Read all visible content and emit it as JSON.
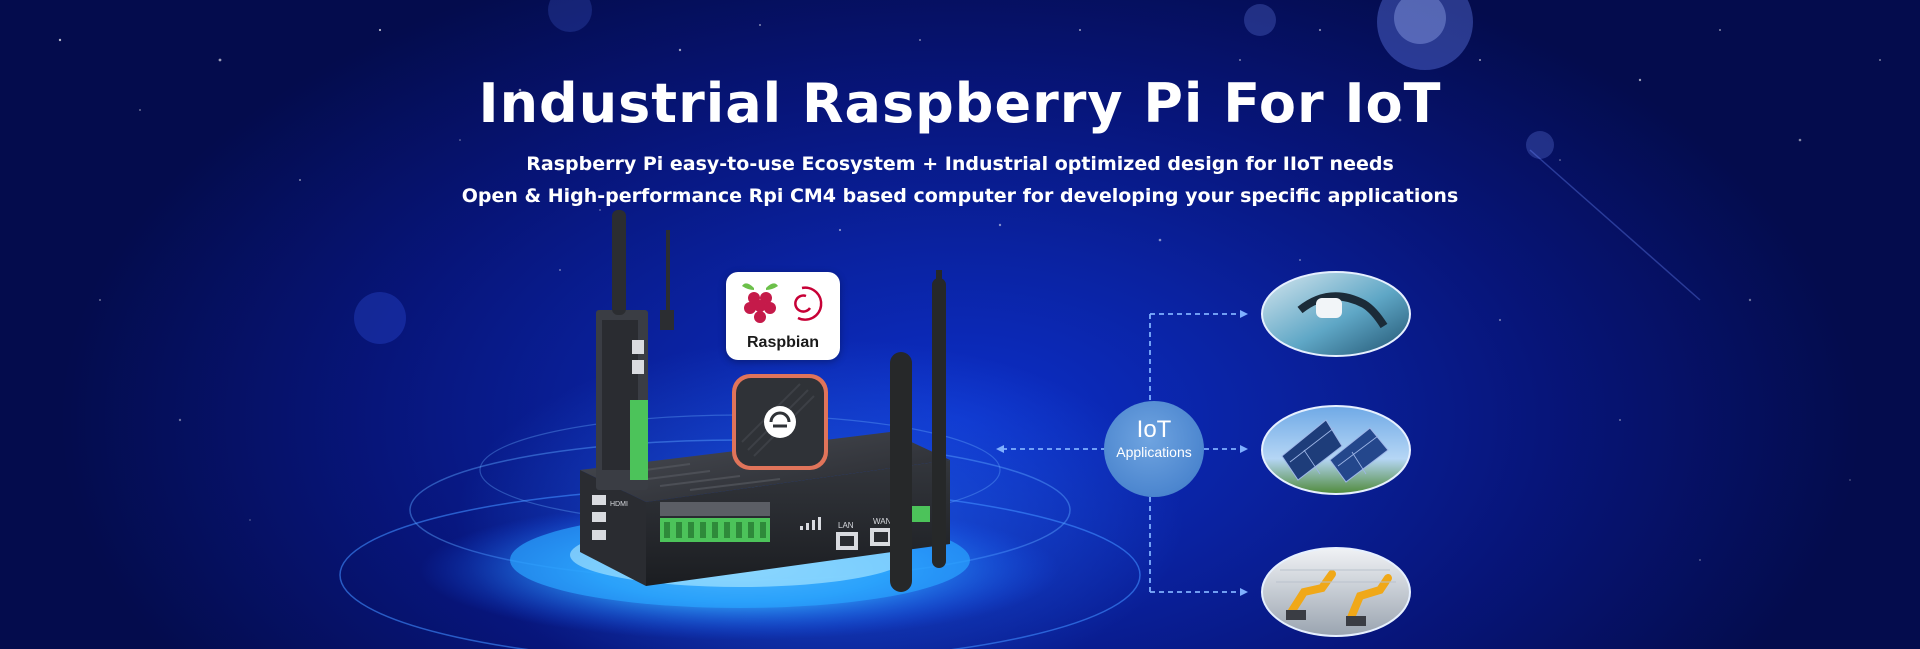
{
  "banner": {
    "title": "Industrial Raspberry Pi For IoT",
    "subtitle_line1": "Raspberry Pi easy-to-use Ecosystem + Industrial optimized design for IIoT needs",
    "subtitle_line2": "Open & High-performance Rpi CM4 based computer for developing your specific applications"
  },
  "badge": {
    "label": "Raspbian",
    "icons": [
      "raspberry-pi-icon",
      "debian-swirl-icon"
    ]
  },
  "device_labels": {
    "hdmi": "HDMI",
    "lan": "LAN",
    "wan": "WAN"
  },
  "iot": {
    "hub_title": "IoT",
    "hub_subtitle": "Applications",
    "applications": [
      "ev-charging-image",
      "solar-panels-image",
      "industrial-robots-image"
    ]
  },
  "colors": {
    "background_center": "#0c2fc9",
    "background_edge": "#040c4d",
    "hub_fill": "#5a90d6",
    "connector_line": "#7fb0ff",
    "terminal_green": "#4cc35a"
  }
}
